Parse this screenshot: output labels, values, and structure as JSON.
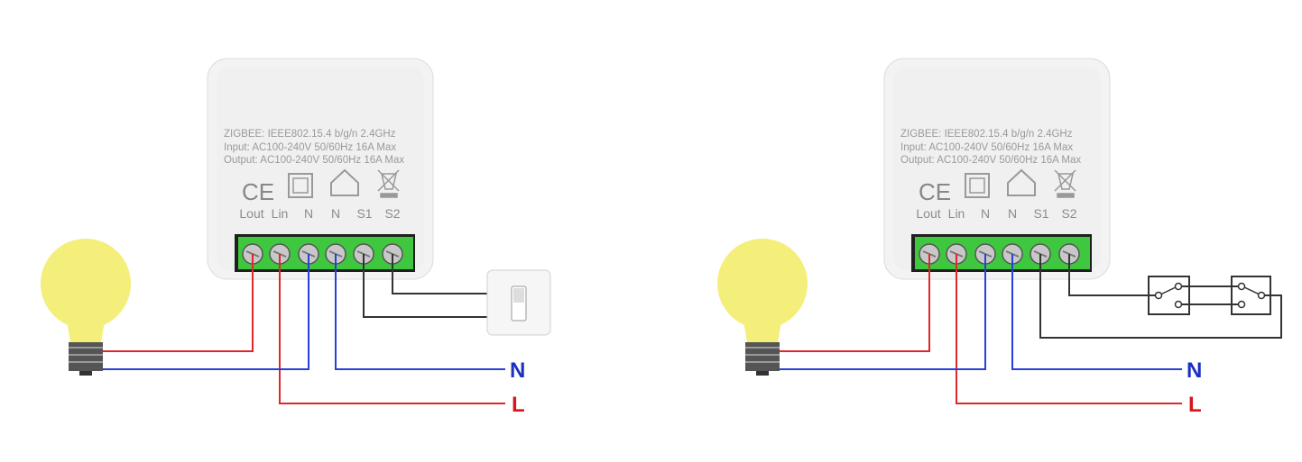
{
  "device": {
    "spec_lines": [
      "ZIGBEE: IEEE802.15.4 b/g/n 2.4GHz",
      "Input: AC100-240V 50/60Hz 16A Max",
      "Output: AC100-240V 50/60Hz 16A Max"
    ],
    "ce_mark": "CE",
    "terminals": [
      "Lout",
      "Lin",
      "N",
      "N",
      "S1",
      "S2"
    ]
  },
  "lines": {
    "neutral": "N",
    "live": "L"
  },
  "colors": {
    "live": "#e0262a",
    "neutral": "#2a3fd6",
    "switch_wire": "#333333",
    "terminal_block": "#3fc73f",
    "bulb": "#f4ee7a",
    "label_neutral": "#1a2fc4",
    "label_live": "#d9141a"
  },
  "diagrams": [
    {
      "variant": "single-switch"
    },
    {
      "variant": "two-way-switch"
    }
  ]
}
